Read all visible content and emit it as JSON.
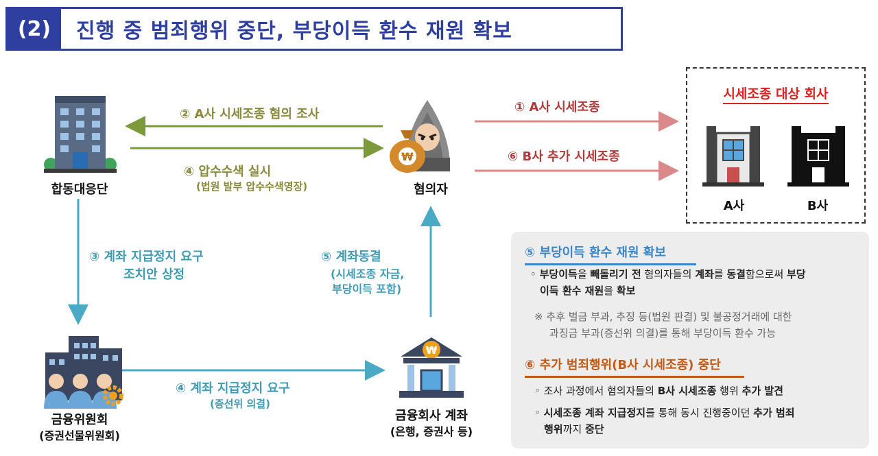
{
  "title": {
    "number": "(2)",
    "text": "진행 중 범죄행위 중단, 부당이득 환수 재원 확보"
  },
  "nodes": {
    "joint_team": "합동대응단",
    "suspect": "혐의자",
    "fsc": "금융위원회",
    "fsc_sub": "(증권선물위원회)",
    "bank": "금융회사 계좌",
    "bank_sub": "(은행, 증권사 등)",
    "target_title": "시세조종 대상 회사",
    "company_a": "A사",
    "company_b": "B사"
  },
  "arrows": {
    "a2": "② A사 시세조종 혐의 조사",
    "a4_top": "④ 압수수색 실시",
    "a4_top_sub": "(법원 발부 압수수색영장)",
    "a1": "① A사 시세조종",
    "a6": "⑥ B사 추가 시세조종",
    "a3_line1": "③ 계좌 지급정지 요구",
    "a3_line2": "조치안 상정",
    "a5_line1": "⑤ 계좌동결",
    "a5_line2": "(시세조종 자금,",
    "a5_line3": "부당이득 포함)",
    "a4_bottom": "④ 계좌 지급정지 요구",
    "a4_bottom_sub": "(증선위 의결)"
  },
  "panel": {
    "sec1_title": "⑤ 부당이득 환수 재원 확보",
    "sec1_bullet": {
      "p1": "◦ ",
      "b1": "부당이득",
      "p2": "을 ",
      "b2": "빼돌리기 전",
      "p3": " 혐의자들의 ",
      "b3": "계좌",
      "p4": "를 ",
      "b4": "동결",
      "p5": "함으로써 ",
      "b5": "부당",
      "b6": "이득 환수 재원",
      "p6": "을 ",
      "b7": "확보"
    },
    "sec1_note_line1": "※ 추후 벌금 부과, 추징 등(법원 판결) 및 불공정거래에 대한",
    "sec1_note_line2": "과징금 부과(증선위 의결)를 통해 부당이득 환수 가능",
    "sec2_title": "⑥ 추가 범죄행위(B사 시세조종) 중단",
    "sec2_bullet1": {
      "p1": "◦ 조사 과정에서 혐의자들의 ",
      "b1": "B사 시세조종",
      "p2": " 행위 ",
      "b2": "추가 발견"
    },
    "sec2_bullet2": {
      "p1": "◦ ",
      "b1": "시세조종 계좌 지급정지",
      "p2": "를 통해 동시 진행중이던 ",
      "b2": "추가 범죄",
      "b3": "행위",
      "p3": "까지 ",
      "b4": "중단"
    }
  },
  "colors": {
    "title_blue": "#2e3fa0",
    "green_arrow": "#7d9a3a",
    "red_arrow": "#d9898a",
    "teal_arrow": "#4aaac6",
    "target_red": "#e02020",
    "sec1_blue": "#3d86c6",
    "sec2_orange": "#c45a12"
  },
  "icons": [
    "office-building-icon",
    "hooded-suspect-icon",
    "money-bag-icon",
    "company-a-building-icon",
    "company-b-building-icon",
    "regulator-buildings-icon",
    "people-icon",
    "gear-icon",
    "bank-icon"
  ]
}
